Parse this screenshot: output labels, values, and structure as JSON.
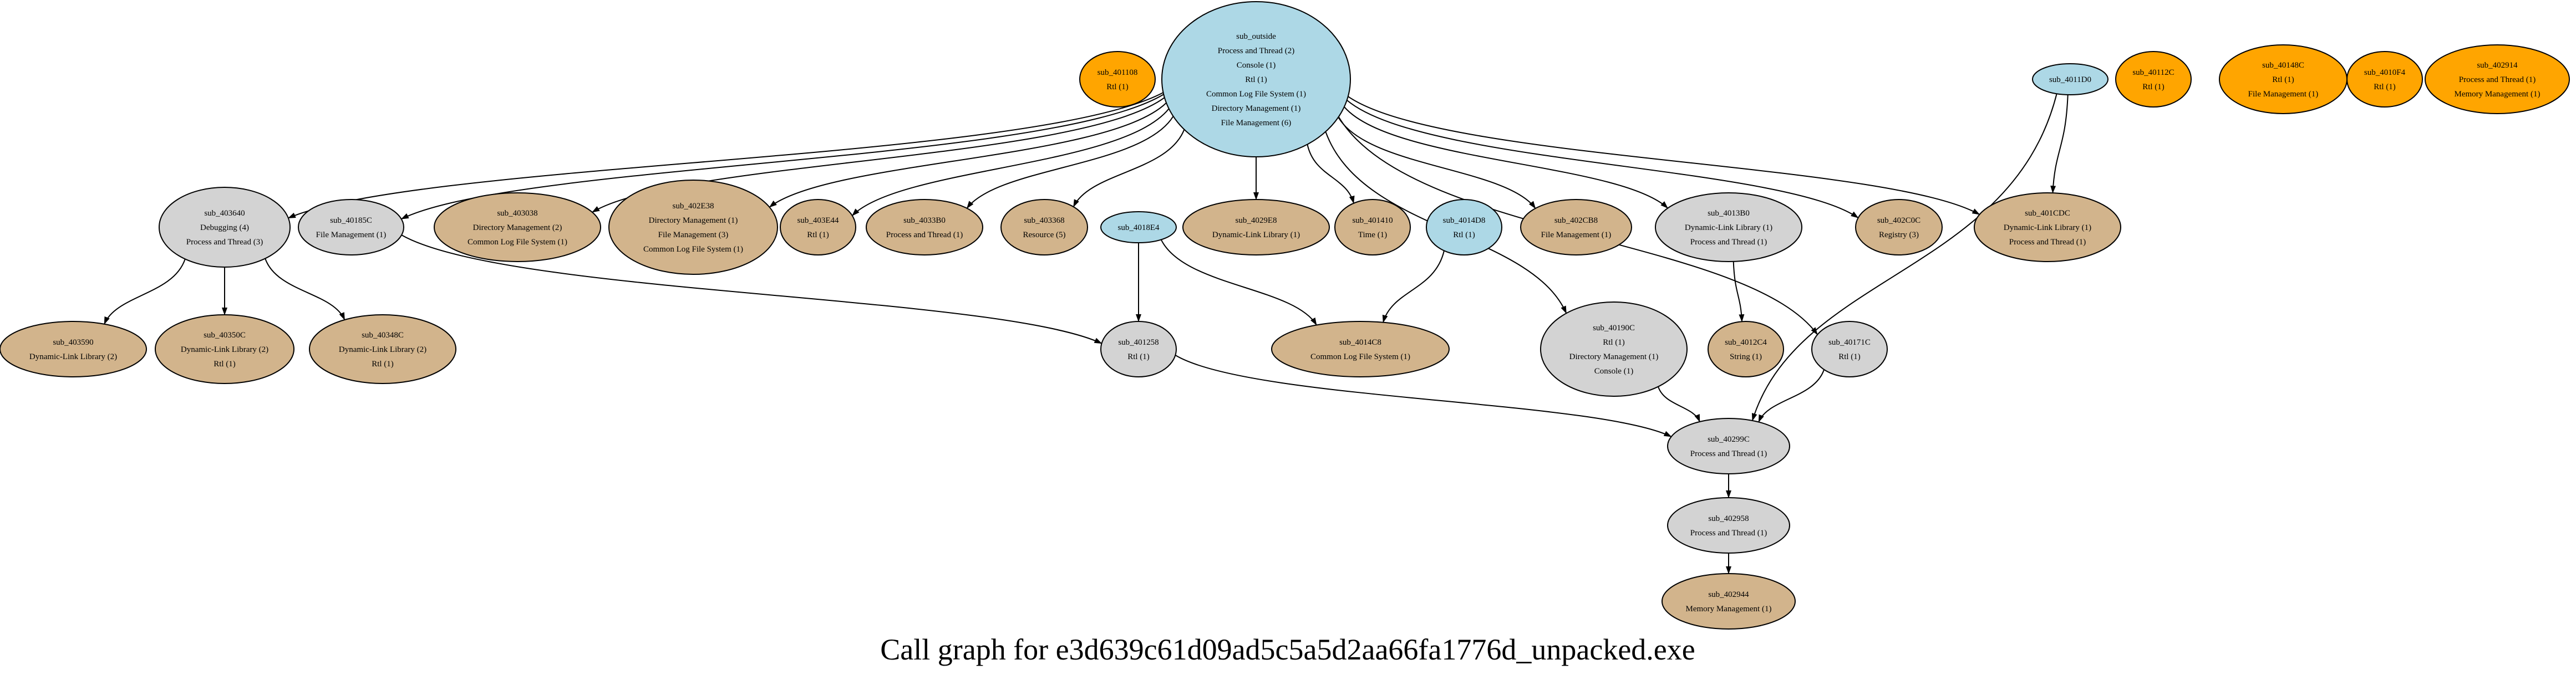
{
  "caption": "Call graph for e3d639c61d09ad5c5a5d2aa66fa1776d_unpacked.exe",
  "colors": {
    "external": "#add8e6",
    "api": "#d2b48c",
    "internal": "#d3d3d3",
    "unreferenced": "#ffa500",
    "stroke": "#000000"
  },
  "nodes": [
    {
      "id": "sub_outside",
      "kind": "external",
      "lines": [
        "sub_outside",
        "Process and Thread (2)",
        "Console (1)",
        "Rtl (1)",
        "Common Log File System (1)",
        "Directory Management (1)",
        "File Management (6)"
      ]
    },
    {
      "id": "sub_401108",
      "kind": "unreferenced",
      "lines": [
        "sub_401108",
        "Rtl (1)"
      ]
    },
    {
      "id": "sub_4011D0",
      "kind": "external",
      "lines": [
        "sub_4011D0"
      ]
    },
    {
      "id": "sub_40112C",
      "kind": "unreferenced",
      "lines": [
        "sub_40112C",
        "Rtl (1)"
      ]
    },
    {
      "id": "sub_40148C",
      "kind": "unreferenced",
      "lines": [
        "sub_40148C",
        "Rtl (1)",
        "File Management (1)"
      ]
    },
    {
      "id": "sub_4010F4",
      "kind": "unreferenced",
      "lines": [
        "sub_4010F4",
        "Rtl (1)"
      ]
    },
    {
      "id": "sub_402914",
      "kind": "unreferenced",
      "lines": [
        "sub_402914",
        "Process and Thread (1)",
        "Memory Management (1)"
      ]
    },
    {
      "id": "sub_403640",
      "kind": "internal",
      "lines": [
        "sub_403640",
        "Debugging (4)",
        "Process and Thread (3)"
      ]
    },
    {
      "id": "sub_40185C",
      "kind": "internal",
      "lines": [
        "sub_40185C",
        "File Management (1)"
      ]
    },
    {
      "id": "sub_403038",
      "kind": "api",
      "lines": [
        "sub_403038",
        "Directory Management (2)",
        "Common Log File System (1)"
      ]
    },
    {
      "id": "sub_402E38",
      "kind": "api",
      "lines": [
        "sub_402E38",
        "Directory Management (1)",
        "File Management (3)",
        "Common Log File System (1)"
      ]
    },
    {
      "id": "sub_403E44",
      "kind": "api",
      "lines": [
        "sub_403E44",
        "Rtl (1)"
      ]
    },
    {
      "id": "sub_4033B0",
      "kind": "api",
      "lines": [
        "sub_4033B0",
        "Process and Thread (1)"
      ]
    },
    {
      "id": "sub_403368",
      "kind": "api",
      "lines": [
        "sub_403368",
        "Resource (5)"
      ]
    },
    {
      "id": "sub_4018E4",
      "kind": "external",
      "lines": [
        "sub_4018E4"
      ]
    },
    {
      "id": "sub_4029E8",
      "kind": "api",
      "lines": [
        "sub_4029E8",
        "Dynamic-Link Library (1)"
      ]
    },
    {
      "id": "sub_401410",
      "kind": "api",
      "lines": [
        "sub_401410",
        "Time (1)"
      ]
    },
    {
      "id": "sub_4014D8",
      "kind": "external",
      "lines": [
        "sub_4014D8",
        "Rtl (1)"
      ]
    },
    {
      "id": "sub_402CB8",
      "kind": "api",
      "lines": [
        "sub_402CB8",
        "File Management (1)"
      ]
    },
    {
      "id": "sub_4013B0",
      "kind": "internal",
      "lines": [
        "sub_4013B0",
        "Dynamic-Link Library (1)",
        "Process and Thread (1)"
      ]
    },
    {
      "id": "sub_402C0C",
      "kind": "api",
      "lines": [
        "sub_402C0C",
        "Registry (3)"
      ]
    },
    {
      "id": "sub_401CDC",
      "kind": "api",
      "lines": [
        "sub_401CDC",
        "Dynamic-Link Library (1)",
        "Process and Thread (1)"
      ]
    },
    {
      "id": "sub_403590",
      "kind": "api",
      "lines": [
        "sub_403590",
        "Dynamic-Link Library (2)"
      ]
    },
    {
      "id": "sub_40350C",
      "kind": "api",
      "lines": [
        "sub_40350C",
        "Dynamic-Link Library (2)",
        "Rtl (1)"
      ]
    },
    {
      "id": "sub_40348C",
      "kind": "api",
      "lines": [
        "sub_40348C",
        "Dynamic-Link Library (2)",
        "Rtl (1)"
      ]
    },
    {
      "id": "sub_401258",
      "kind": "internal",
      "lines": [
        "sub_401258",
        "Rtl (1)"
      ]
    },
    {
      "id": "sub_4014C8",
      "kind": "api",
      "lines": [
        "sub_4014C8",
        "Common Log File System (1)"
      ]
    },
    {
      "id": "sub_40190C",
      "kind": "internal",
      "lines": [
        "sub_40190C",
        "Rtl (1)",
        "Directory Management (1)",
        "Console (1)"
      ]
    },
    {
      "id": "sub_4012C4",
      "kind": "api",
      "lines": [
        "sub_4012C4",
        "String (1)"
      ]
    },
    {
      "id": "sub_40171C",
      "kind": "internal",
      "lines": [
        "sub_40171C",
        "Rtl (1)"
      ]
    },
    {
      "id": "sub_40299C",
      "kind": "internal",
      "lines": [
        "sub_40299C",
        "Process and Thread (1)"
      ]
    },
    {
      "id": "sub_402958",
      "kind": "internal",
      "lines": [
        "sub_402958",
        "Process and Thread (1)"
      ]
    },
    {
      "id": "sub_402944",
      "kind": "api",
      "lines": [
        "sub_402944",
        "Memory Management (1)"
      ]
    }
  ],
  "edges": [
    {
      "from": "sub_outside",
      "to": "sub_403640"
    },
    {
      "from": "sub_outside",
      "to": "sub_40185C"
    },
    {
      "from": "sub_outside",
      "to": "sub_403038"
    },
    {
      "from": "sub_outside",
      "to": "sub_402E38"
    },
    {
      "from": "sub_outside",
      "to": "sub_403E44"
    },
    {
      "from": "sub_outside",
      "to": "sub_4033B0"
    },
    {
      "from": "sub_outside",
      "to": "sub_403368"
    },
    {
      "from": "sub_outside",
      "to": "sub_4029E8"
    },
    {
      "from": "sub_outside",
      "to": "sub_401410"
    },
    {
      "from": "sub_outside",
      "to": "sub_402CB8"
    },
    {
      "from": "sub_outside",
      "to": "sub_4013B0"
    },
    {
      "from": "sub_outside",
      "to": "sub_402C0C"
    },
    {
      "from": "sub_outside",
      "to": "sub_401CDC"
    },
    {
      "from": "sub_outside",
      "to": "sub_40190C"
    },
    {
      "from": "sub_outside",
      "to": "sub_40171C"
    },
    {
      "from": "sub_4011D0",
      "to": "sub_401CDC"
    },
    {
      "from": "sub_4011D0",
      "to": "sub_40299C"
    },
    {
      "from": "sub_403640",
      "to": "sub_403590"
    },
    {
      "from": "sub_403640",
      "to": "sub_40350C"
    },
    {
      "from": "sub_403640",
      "to": "sub_40348C"
    },
    {
      "from": "sub_40185C",
      "to": "sub_401258"
    },
    {
      "from": "sub_4018E4",
      "to": "sub_401258"
    },
    {
      "from": "sub_4018E4",
      "to": "sub_4014C8"
    },
    {
      "from": "sub_4014D8",
      "to": "sub_4014C8"
    },
    {
      "from": "sub_4013B0",
      "to": "sub_4012C4"
    },
    {
      "from": "sub_401258",
      "to": "sub_40299C"
    },
    {
      "from": "sub_40190C",
      "to": "sub_40299C"
    },
    {
      "from": "sub_40171C",
      "to": "sub_40299C"
    },
    {
      "from": "sub_40299C",
      "to": "sub_402958"
    },
    {
      "from": "sub_402958",
      "to": "sub_402944"
    }
  ]
}
